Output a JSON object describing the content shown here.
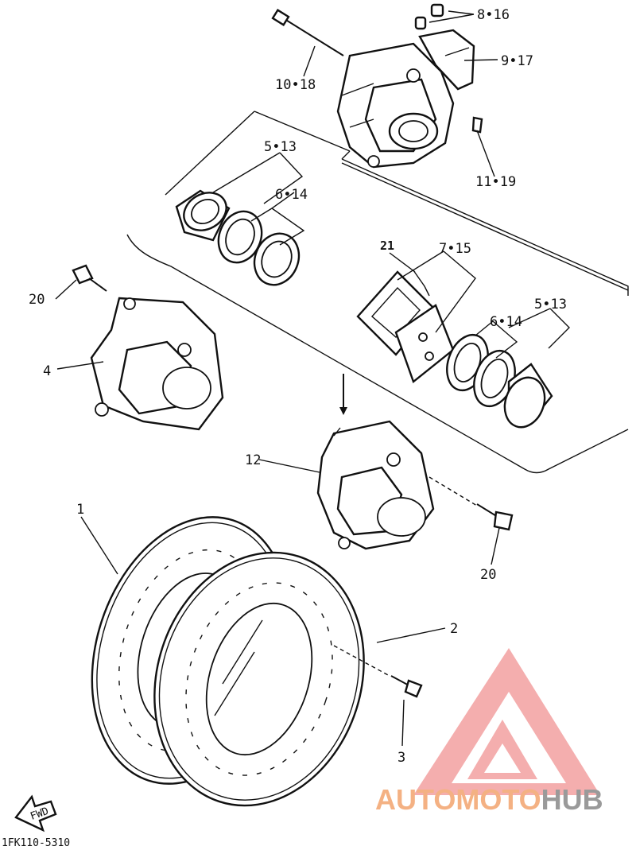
{
  "callouts": {
    "p1": "1",
    "p2": "2",
    "p3": "3",
    "p4": "4",
    "p5a": "5•13",
    "p5b": "5•13",
    "p6a": "6•14",
    "p6b": "6•14",
    "p7": "7•15",
    "p8": "8•16",
    "p9": "9•17",
    "p10": "10•18",
    "p11": "11•19",
    "p12": "12",
    "p20a": "20",
    "p20b": "20",
    "p21": "21"
  },
  "fwd_label": "FWD",
  "diagram_code": "1FK110-5310",
  "watermark": {
    "part1": "AUTOMOTO",
    "part2": "HUB",
    "color_primary": "#f4b183",
    "color_secondary": "#9a9a9a",
    "logo_color": "#f08080"
  }
}
